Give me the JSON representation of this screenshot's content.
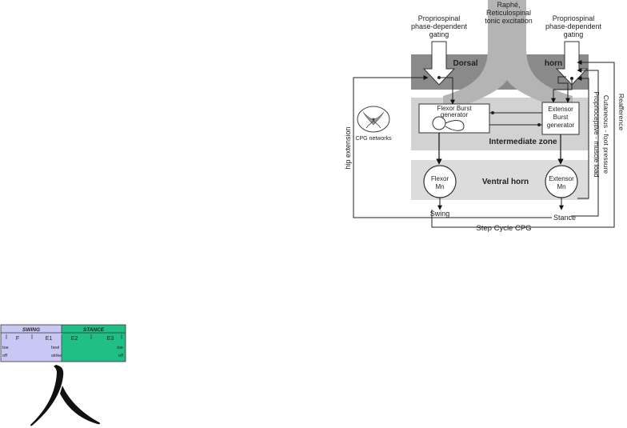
{
  "cpg": {
    "top_left_label": [
      "Propriospinal",
      "phase-dependent",
      "gating"
    ],
    "top_center_label": [
      "Raphé,",
      "Reticulospinal",
      "tonic excitation"
    ],
    "top_right_label": [
      "Propriospinal",
      "phase-dependent",
      "gating"
    ],
    "dorsal_left": "Dorsal",
    "dorsal_right": "horn",
    "flexor_burst": [
      "Flexor Burst",
      "generator"
    ],
    "extensor_burst": [
      "Extensor",
      "Burst",
      "generator"
    ],
    "intermediate_zone": "Intermediate zone",
    "cpg_networks": "CPG networks",
    "ventral_horn": "Ventral horn",
    "flexor_mn": [
      "Flexor",
      "Mn"
    ],
    "extensor_mn": [
      "Extensor",
      "Mn"
    ],
    "swing": "Swing",
    "stance": "Stance",
    "step_cycle": "Step Cycle CPG",
    "hip_extension": "hip extension",
    "proprioceptive": "Proprioceptive - muscle load",
    "cutaneous": "Cutaneous - foot pressure",
    "reafference": "Reafference"
  },
  "gait": {
    "swing_label": "SWING",
    "stance_label": "STANCE",
    "phases": [
      "F",
      "E1",
      "E2",
      "E3"
    ],
    "toe_off_left": [
      "toe",
      "off"
    ],
    "heel_strike": [
      "heel",
      "strike"
    ],
    "toe_off_right": [
      "toe",
      "off"
    ],
    "swing_color": "#c9c7f3",
    "stance_color": "#1fbf86"
  },
  "glyph": {
    "character": "人"
  }
}
